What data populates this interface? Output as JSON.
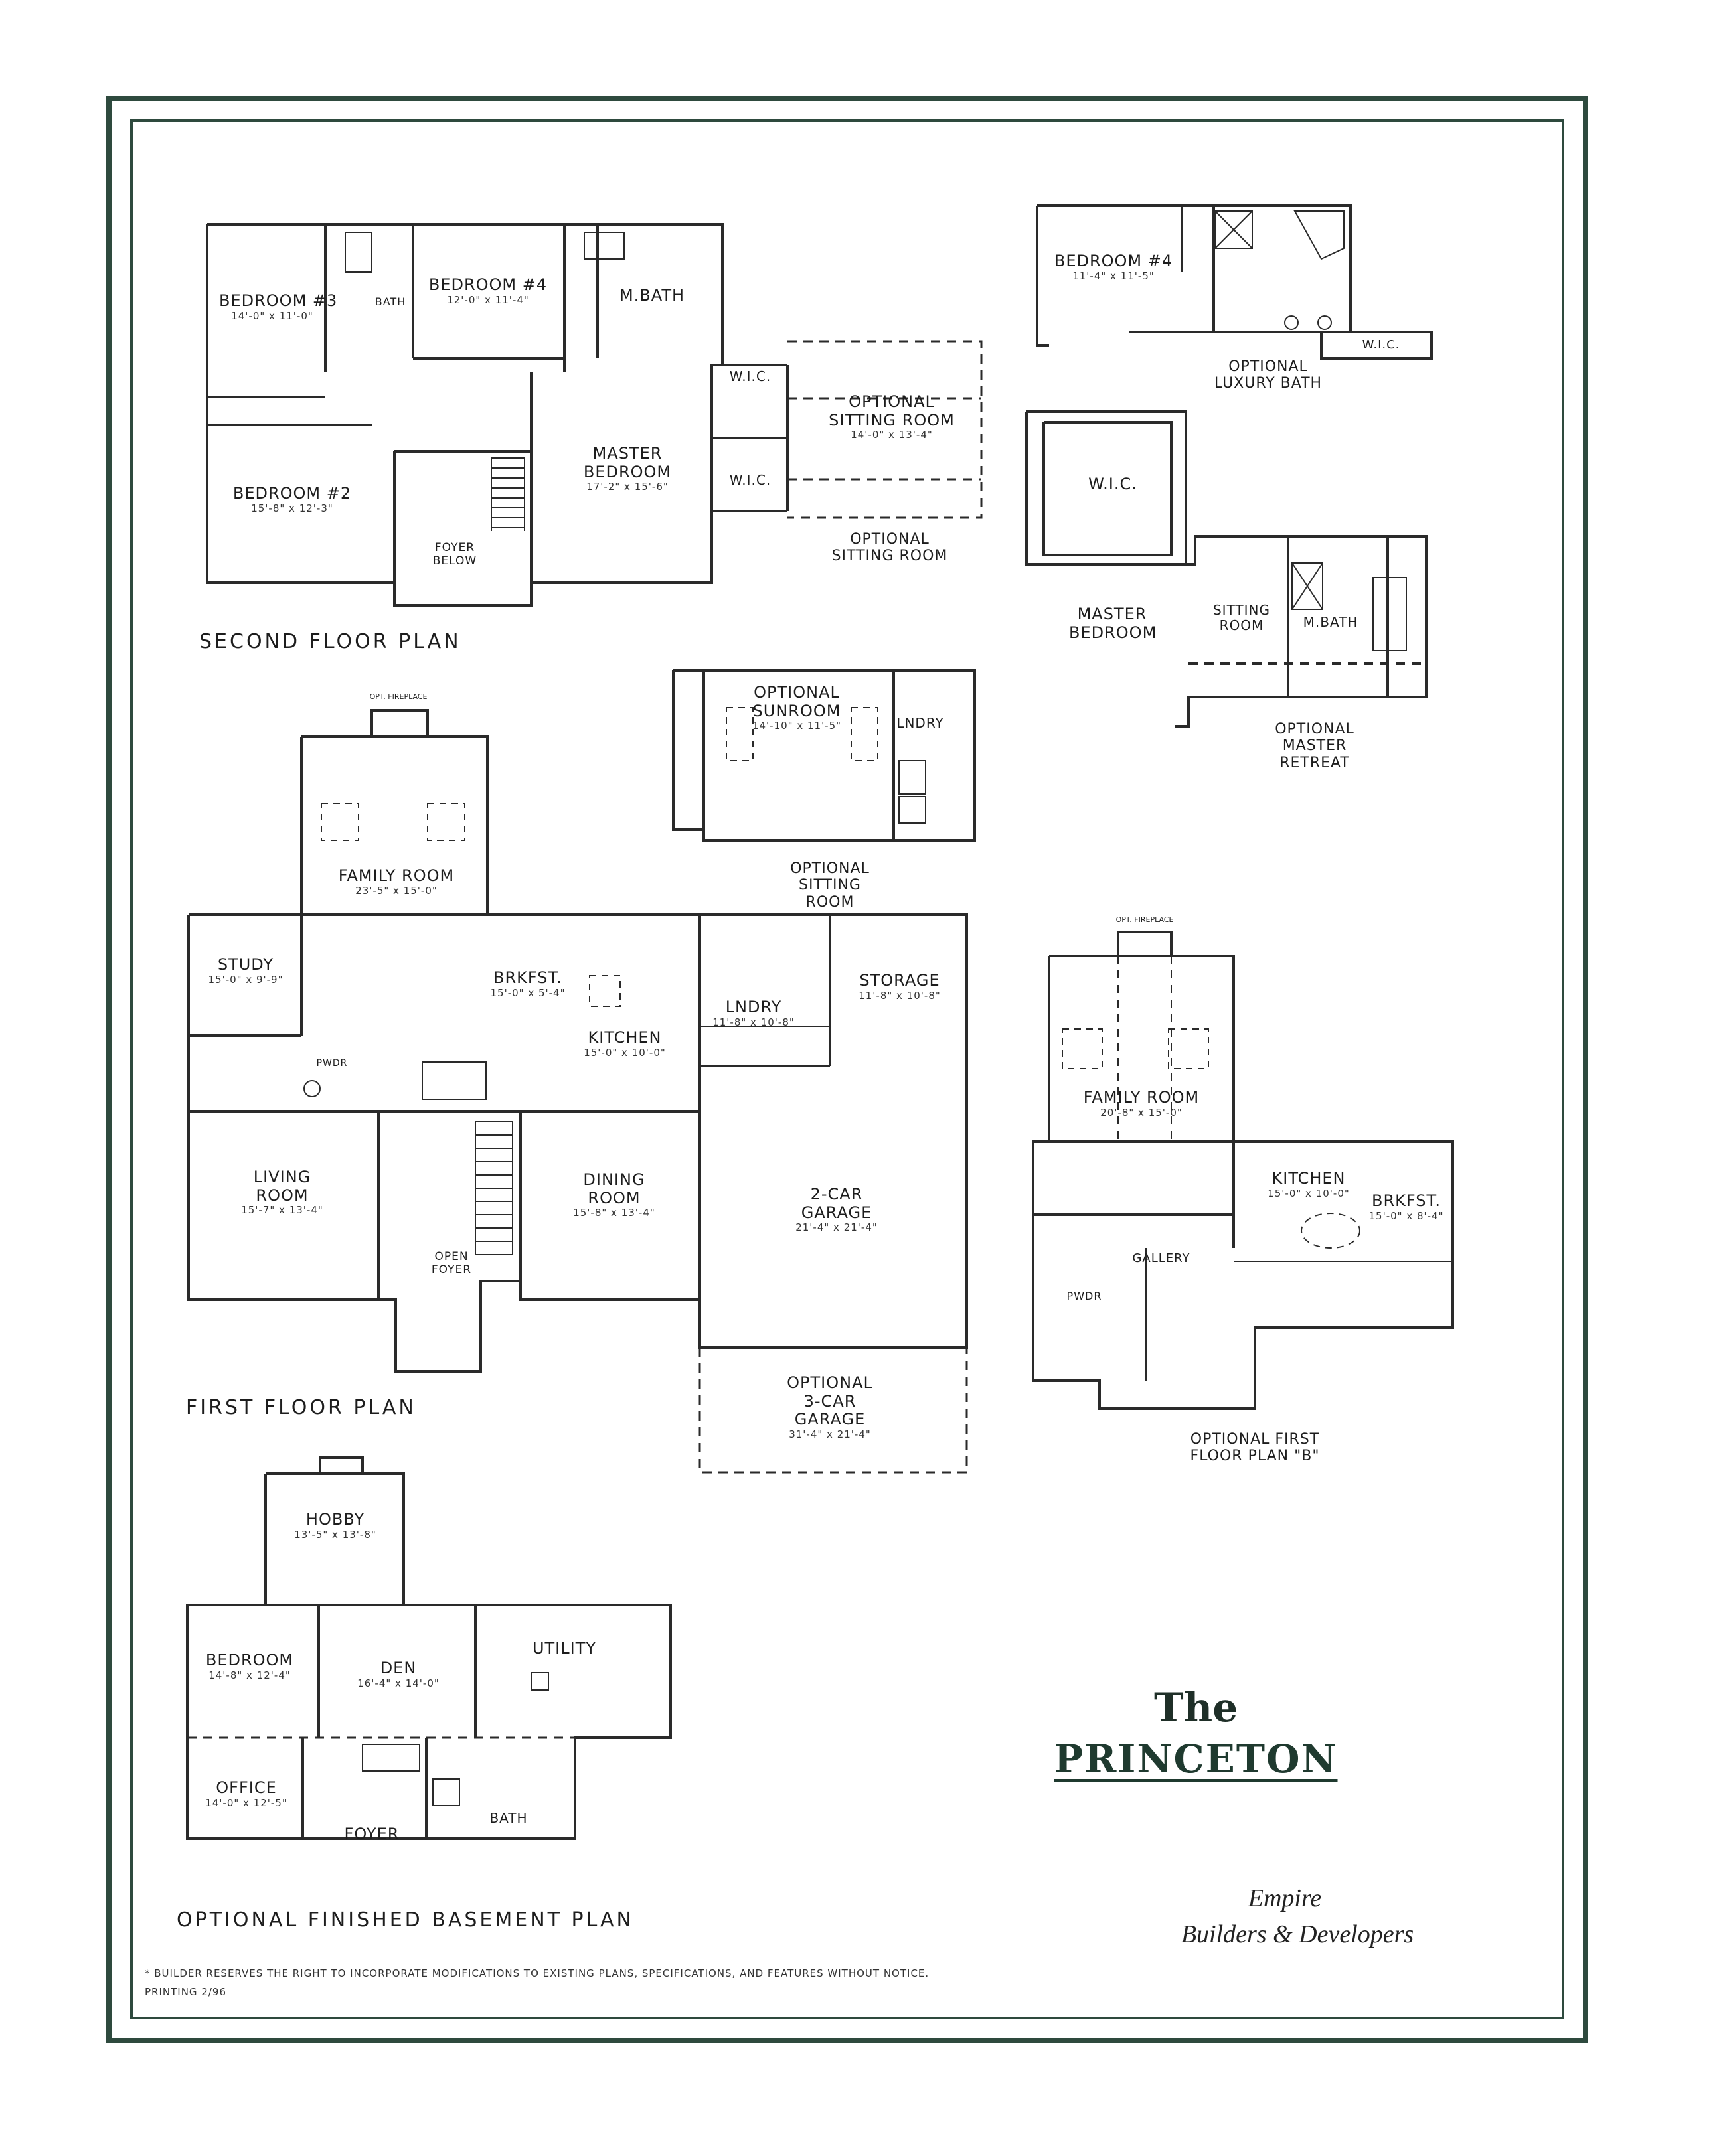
{
  "brand": {
    "the": "The",
    "name": "PRINCETON",
    "builder_line1": "Empire",
    "builder_line2": "Builders & Developers"
  },
  "colors": {
    "frame": "#2e4a3e",
    "ink": "#2a2a2a"
  },
  "footnote": "* BUILDER RESERVES THE RIGHT TO INCORPORATE MODIFICATIONS TO EXISTING PLANS, SPECIFICATIONS, AND FEATURES WITHOUT NOTICE.",
  "printing": "PRINTING 2/96",
  "second_floor": {
    "title": "SECOND FLOOR PLAN",
    "bedroom3": {
      "name": "BEDROOM #3",
      "dim": "14'-0\" x 11'-0\""
    },
    "bath": "BATH",
    "bedroom4": {
      "name": "BEDROOM #4",
      "dim": "12'-0\" x 11'-4\""
    },
    "mbath": "M.BATH",
    "bedroom2": {
      "name": "BEDROOM #2",
      "dim": "15'-8\" x 12'-3\""
    },
    "foyer_below": "FOYER BELOW",
    "master": {
      "name": "MASTER BEDROOM",
      "dim": "17'-2\" x 15'-6\""
    },
    "wic": "W.I.C.",
    "sitting": {
      "name": "OPTIONAL SITTING ROOM",
      "dim": "14'-0\" x 13'-4\""
    },
    "sitting_caption": "OPTIONAL SITTING ROOM"
  },
  "luxury_bath": {
    "bedroom4": {
      "name": "BEDROOM #4",
      "dim": "11'-4\" x 11'-5\""
    },
    "wic": "W.I.C.",
    "caption": "OPTIONAL LUXURY BATH"
  },
  "master_retreat": {
    "wic": "W.I.C.",
    "master": "MASTER BEDROOM",
    "sitting": "SITTING ROOM",
    "mbath": "M.BATH",
    "caption": "OPTIONAL MASTER RETREAT"
  },
  "sunroom": {
    "name": "OPTIONAL SUNROOM",
    "dim": "14'-10\" x 11'-5\"",
    "laundry": "LNDRY",
    "caption": "OPTIONAL SITTING ROOM"
  },
  "first_floor": {
    "title": "FIRST FLOOR PLAN",
    "fireplace": "OPT. FIREPLACE",
    "family": {
      "name": "FAMILY ROOM",
      "dim": "23'-5\" x 15'-0\""
    },
    "study": {
      "name": "STUDY",
      "dim": "15'-0\" x 9'-9\""
    },
    "brkfst": {
      "name": "BRKFST.",
      "dim": "15'-0\" x 5'-4\""
    },
    "kitchen": {
      "name": "KITCHEN",
      "dim": "15'-0\" x 10'-0\""
    },
    "laundry": {
      "name": "LNDRY",
      "dim": "11'-8\" x 10'-8\""
    },
    "storage": {
      "name": "STORAGE",
      "dim": "11'-8\" x 10'-8\""
    },
    "pwdr": "PWDR",
    "living": {
      "name": "LIVING ROOM",
      "dim": "15'-7\" x 13'-4\""
    },
    "dining": {
      "name": "DINING ROOM",
      "dim": "15'-8\" x 13'-4\""
    },
    "foyer": "OPEN FOYER",
    "garage2": {
      "name": "2-CAR GARAGE",
      "dim": "21'-4\" x 21'-4\""
    },
    "garage3": {
      "name": "OPTIONAL 3-CAR GARAGE",
      "dim": "31'-4\" x 21'-4\""
    }
  },
  "first_floor_b": {
    "fireplace": "OPT. FIREPLACE",
    "family": {
      "name": "FAMILY ROOM",
      "dim": "20'-8\" x 15'-0\""
    },
    "kitchen": {
      "name": "KITCHEN",
      "dim": "15'-0\" x 10'-0\""
    },
    "brkfst": {
      "name": "BRKFST.",
      "dim": "15'-0\" x 8'-4\""
    },
    "gallery": "GALLERY",
    "pwdr": "PWDR",
    "caption": "OPTIONAL FIRST FLOOR PLAN \"B\""
  },
  "basement": {
    "title": "OPTIONAL FINISHED BASEMENT PLAN",
    "hobby": {
      "name": "HOBBY",
      "dim": "13'-5\" x 13'-8\""
    },
    "bedroom": {
      "name": "BEDROOM",
      "dim": "14'-8\" x 12'-4\""
    },
    "den": {
      "name": "DEN",
      "dim": "16'-4\" x 14'-0\""
    },
    "utility": "UTILITY",
    "office": {
      "name": "OFFICE",
      "dim": "14'-0\" x 12'-5\""
    },
    "foyer": "FOYER",
    "bath": "BATH"
  }
}
